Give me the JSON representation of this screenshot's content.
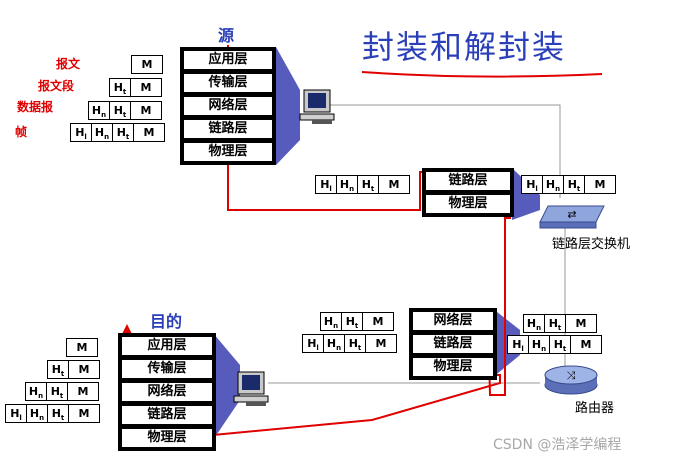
{
  "title": "封装和解封装",
  "source_label": "源",
  "dest_label": "目的",
  "pdu_labels": [
    "报文",
    "报文段",
    "数据报",
    "帧"
  ],
  "layers": {
    "source": [
      "应用层",
      "传输层",
      "网络层",
      "链路层",
      "物理层"
    ],
    "switch": [
      "链路层",
      "物理层"
    ],
    "router": [
      "网络层",
      "链路层",
      "物理层"
    ],
    "dest": [
      "应用层",
      "传输层",
      "网络层",
      "链路层",
      "物理层"
    ]
  },
  "device_labels": {
    "switch": "链路层交换机",
    "router": "路由器"
  },
  "header_tokens": {
    "H": "H",
    "M": "M",
    "sub_t": "t",
    "sub_n": "n",
    "sub_l": "l"
  },
  "watermark": "CSDN @浩泽学编程",
  "colors": {
    "accent": "#2a3fb8",
    "path": "#e00000",
    "line": "#000000"
  }
}
